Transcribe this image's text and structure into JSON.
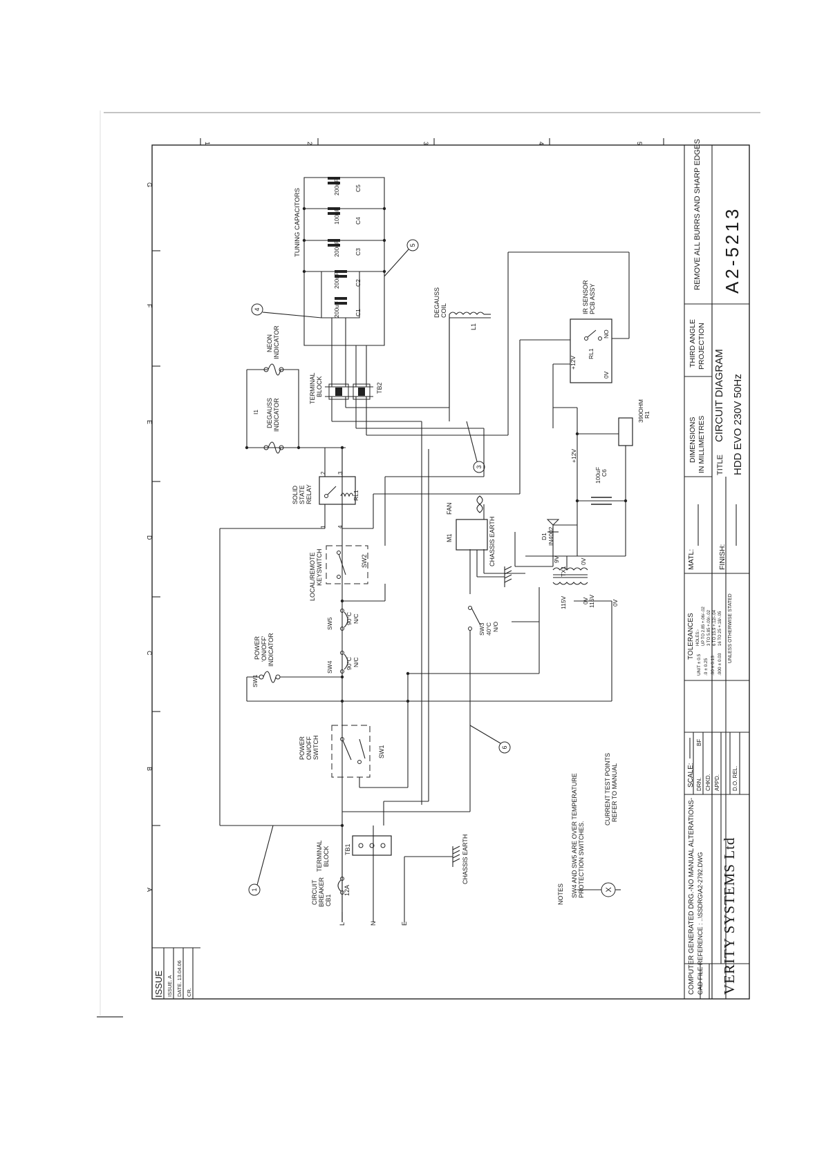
{
  "grid": {
    "numbers": [
      "1",
      "2",
      "3",
      "4",
      "5"
    ],
    "letters": [
      "G",
      "F",
      "E",
      "D",
      "C",
      "B",
      "A"
    ]
  },
  "labels": {
    "tuning_caps": "TUNING CAPACITORS",
    "c1": "C1",
    "c2": "C2",
    "c3": "C3",
    "c4": "C4",
    "c5": "C5",
    "v200": "200uF",
    "v100": "100uF",
    "degauss_coil_1": "DEGAUSS",
    "degauss_coil_2": "COIL",
    "l1": "L1",
    "ir_1": "IR SENSOR",
    "ir_2": "PCB ASSY",
    "p12v": "+12V",
    "rl1": "RL1",
    "no": "NO",
    "zero_v": "0V",
    "neon_1": "NEON",
    "neon_2": "INDICATOR",
    "degauss_ind_1": "DEGAUSS",
    "degauss_ind_2": "INDICATOR",
    "i1": "I1",
    "tb_1": "TERMINAL",
    "tb_2": "BLOCK",
    "tb2": "TB2",
    "r1_val": "390OHM",
    "r1": "R1",
    "ssr_1": "SOLID",
    "ssr_2": "STATE",
    "ssr_3": "RELAY",
    "pin1": "1",
    "pin2": "2",
    "pin3": "3",
    "pin4": "4",
    "plus12v": "+12V",
    "c6_val": "100uF",
    "c6": "C6",
    "fan": "FAN",
    "m1": "M1",
    "chassis_earth": "CHASSIS EARTH",
    "d1": "D1",
    "in4002": "IN4002",
    "v9": "9V",
    "v0": "0V",
    "tx1": "TX1",
    "v115": "115V",
    "v0b": "0V",
    "v115b": "115V",
    "v0c": "0V",
    "keysw_1": "LOCAL/REMOTE",
    "keysw_2": "KEYSWITCH",
    "sw2": "SW2",
    "sw5": "SW5",
    "sw5_t": "90°C",
    "sw5_nc": "N/C",
    "sw4": "SW4",
    "sw4_t": "90°C",
    "sw4_nc": "N/C",
    "sw3": "SW3",
    "sw3_t": "40°C",
    "sw3_no": "N/O",
    "pwr_ind_1": "POWER",
    "pwr_ind_2": "'ON/OFF'",
    "pwr_ind_3": "INDICATOR",
    "sw1_lamp": "SW1",
    "pwr_sw_1": "POWER",
    "pwr_sw_2": "ON/OFF",
    "pwr_sw_3": "SWITCH",
    "sw1": "SW1",
    "notes": "NOTES",
    "note1_1": "SW4 AND SW5 ARE OVER TEMPERATURE",
    "note1_2": "PROTECTION SWITCHES.",
    "note2_1": "CURRENT TEST POINTS",
    "note2_2": "REFER TO MANUAL",
    "test_x": "X",
    "cb_1": "CIRCUIT",
    "cb_2": "BREAKER",
    "cb1": "CB1",
    "amp": "12A",
    "tb1_1": "TERMINAL",
    "tb1_2": "BLOCK",
    "tb1": "TB1",
    "chassis_earth_2": "CHASSIS EARTH",
    "l": "L",
    "n": "N",
    "e": "E",
    "c_1": "1",
    "c_3": "3",
    "c_4": "4",
    "c_5": "5",
    "c_6": "6"
  },
  "title_block": {
    "burrs": "REMOVE ALL BURRS AND SHARP EDGES",
    "drawing_no": "A2-5213",
    "third_1": "THIRD ANGLE",
    "third_2": "PROJECTION",
    "title_label": "TITLE",
    "title_1": "CIRCUIT DIAGRAM",
    "title_2": "HDD EVO 230V 50Hz",
    "dims_1": "DIMENSIONS",
    "dims_2": "IN MILLIMETRES",
    "finish": "FINISH:",
    "matl": "MATL:",
    "tol_title": "TOLERANCES",
    "tol_1": "UNIT ± 0.5",
    "tol_2": ".0 ± 0.25",
    "tol_3": ".00 ± 0.13",
    "tol_4": ".000 ± 0.03",
    "holes_1": "HOLES:-",
    "holes_2": "UP TO 2.85 +.06/-.02",
    "holes_3": "3 TO 5.85 +.09/-.02",
    "holes_4": "6 TO 15.9 +.12/-.04",
    "holes_5": "16 TO 25 +.18/-.05",
    "unless": "UNLESS OTHERWISE STATED",
    "scale": "SCALE:",
    "drn": "DRN.",
    "drn_v": "BF",
    "chkd": "CHKD.",
    "appd": "APPD.",
    "dorel": "D.O. REL.",
    "computer": "COMPUTER GENERATED DRG.-NO MANUAL ALTERATIONS-",
    "cad": "CAD FILE REFERENCE :  ..\\SSDRG\\A2-2792.DWG",
    "company": "VERITY SYSTEMS Ltd",
    "issue": "ISSUE",
    "issue_v": "ISSUE. A",
    "date_v": "DATE. 13.04.06",
    "cr": "CR."
  }
}
